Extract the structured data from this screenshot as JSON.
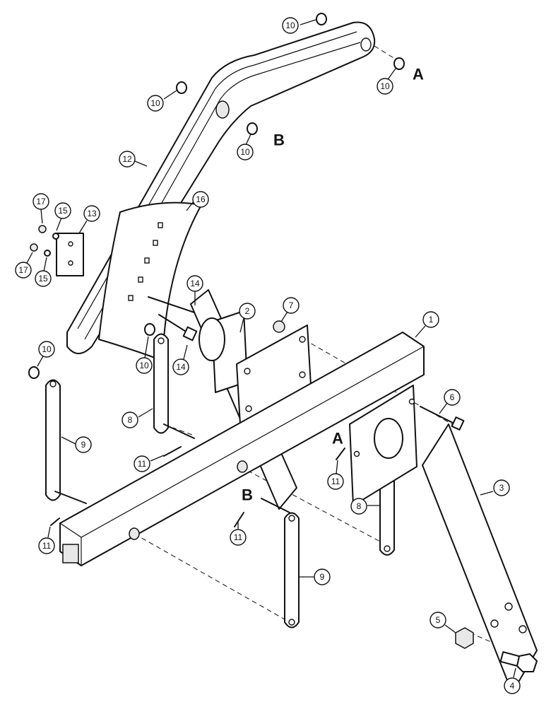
{
  "diagram": {
    "callouts": {
      "c1": "1",
      "c2": "2",
      "c3": "3",
      "c4": "4",
      "c5": "5",
      "c6": "6",
      "c7": "7",
      "c8a": "8",
      "c8b": "8",
      "c9a": "9",
      "c9b": "9",
      "c10a": "10",
      "c10b": "10",
      "c10c": "10",
      "c10d": "10",
      "c10e": "10",
      "c10f": "10",
      "c11a": "11",
      "c11b": "11",
      "c11c": "11",
      "c11d": "11",
      "c12": "12",
      "c13": "13",
      "c14a": "14",
      "c14b": "14",
      "c15a": "15",
      "c15b": "15",
      "c16": "16",
      "c17a": "17",
      "c17b": "17"
    },
    "reference_letters": {
      "a_top": "A",
      "b_top": "B",
      "a_bottom": "A",
      "b_bottom": "B"
    },
    "colors": {
      "line": "#111111",
      "background": "#ffffff"
    }
  }
}
